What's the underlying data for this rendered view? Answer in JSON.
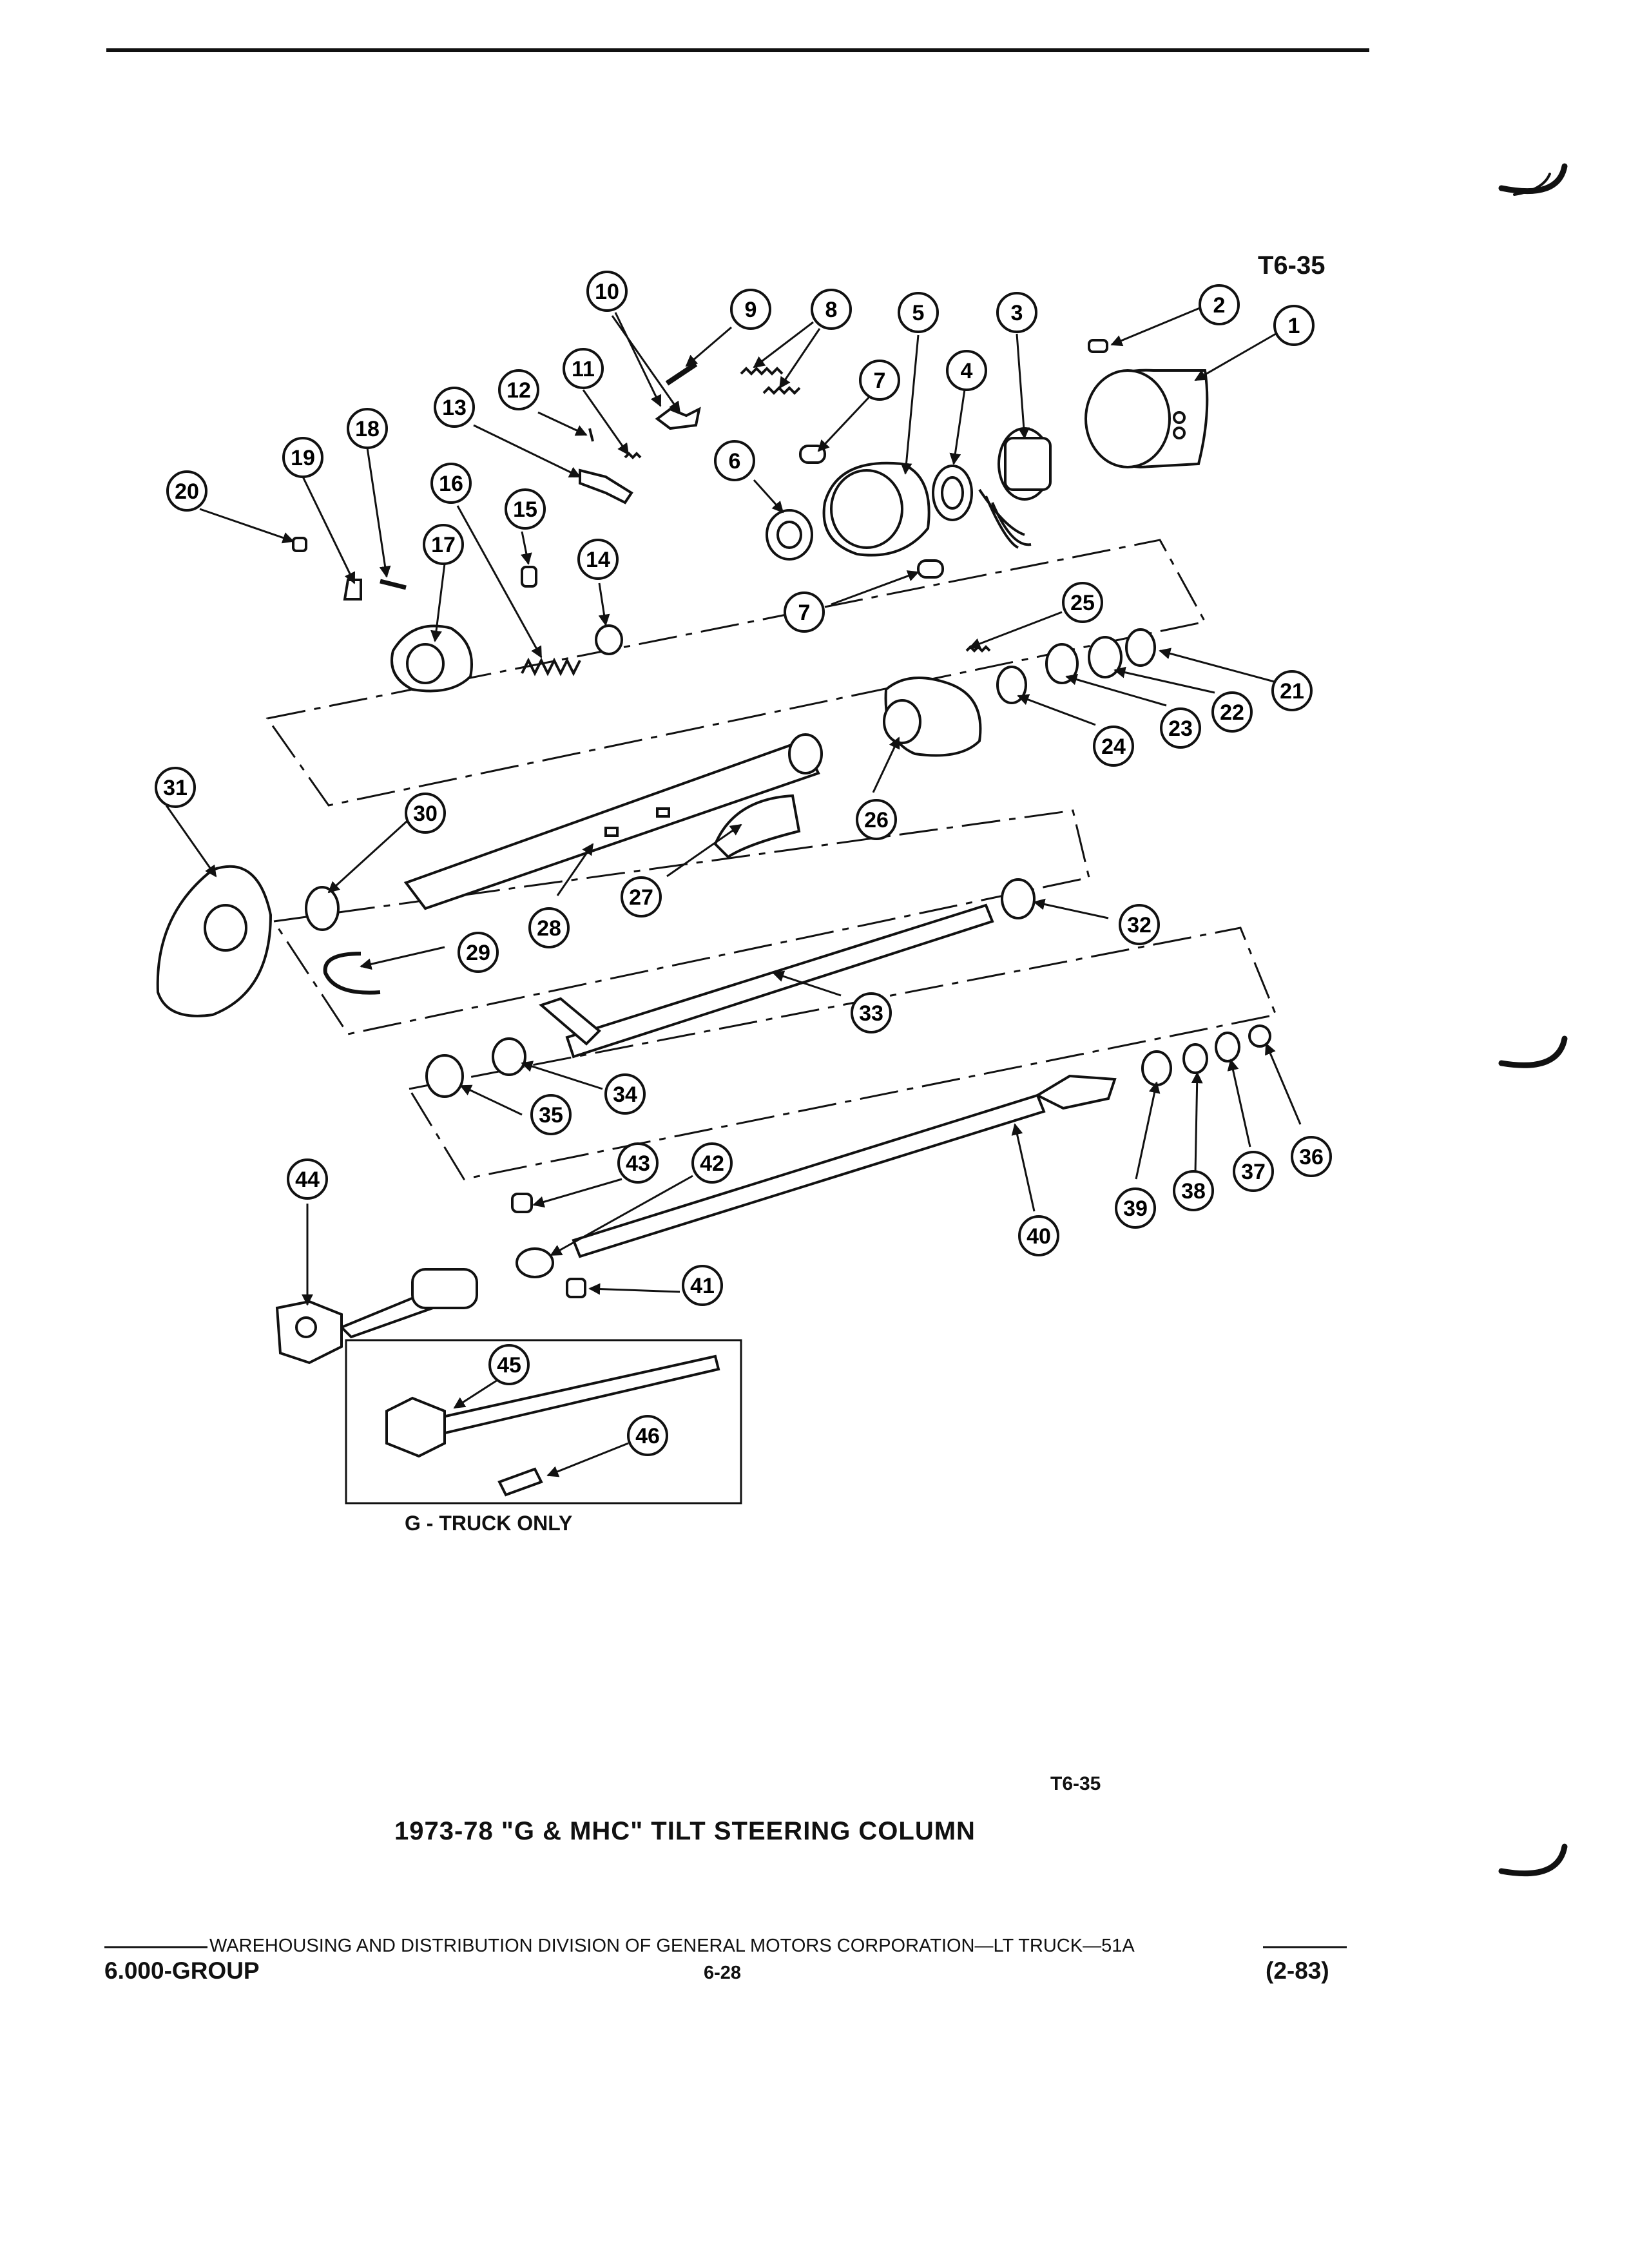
{
  "figure": {
    "id_top": "T6-35",
    "id_bottom": "T6-35",
    "title": "1973-78 \"G & MHC\" TILT STEERING COLUMN",
    "inset_caption": "G - TRUCK ONLY"
  },
  "callouts": [
    "1",
    "2",
    "3",
    "4",
    "5",
    "6",
    "7",
    "7",
    "8",
    "9",
    "10",
    "11",
    "12",
    "13",
    "14",
    "15",
    "16",
    "17",
    "18",
    "19",
    "20",
    "21",
    "22",
    "23",
    "24",
    "25",
    "26",
    "27",
    "28",
    "29",
    "30",
    "31",
    "32",
    "33",
    "34",
    "35",
    "36",
    "37",
    "38",
    "39",
    "40",
    "41",
    "42",
    "43",
    "44",
    "45",
    "46"
  ],
  "footer": {
    "line": "WAREHOUSING AND DISTRIBUTION  DIVISION OF GENERAL MOTORS CORPORATION—LT TRUCK—51A",
    "group": "6.000-GROUP",
    "page": "6-28",
    "date": "(2-83)"
  }
}
